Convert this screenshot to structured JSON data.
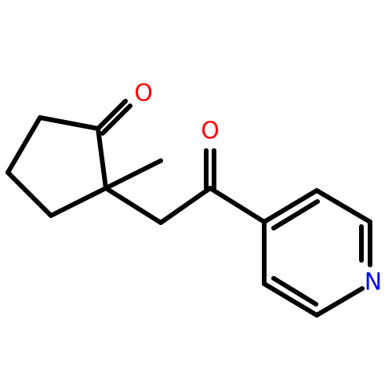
{
  "molecule": {
    "atoms": {
      "ketone_oxygen": {
        "symbol": "O",
        "color": "#ff0000"
      },
      "acyl_oxygen": {
        "symbol": "O",
        "color": "#ff0000"
      },
      "pyridine_nitrogen": {
        "symbol": "N",
        "color": "#0000ff"
      }
    },
    "bond_color": "#000000"
  }
}
